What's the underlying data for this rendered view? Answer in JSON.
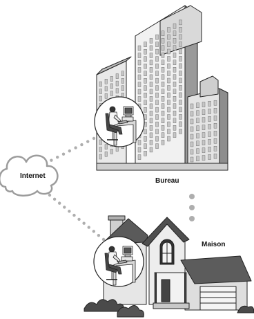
{
  "labels": {
    "internet": "Internet",
    "office": "Bureau",
    "home": "Maison"
  },
  "colors": {
    "connection_dots": "#aeaeae",
    "building_light": "#f2f2f2",
    "building_mid": "#cfcfcf",
    "building_dark": "#8d8d8d",
    "roof": "#4f4f4f",
    "outline": "#222222"
  },
  "icons": [
    "cloud-icon",
    "office-building-icon",
    "house-icon",
    "person-at-computer-icon"
  ]
}
